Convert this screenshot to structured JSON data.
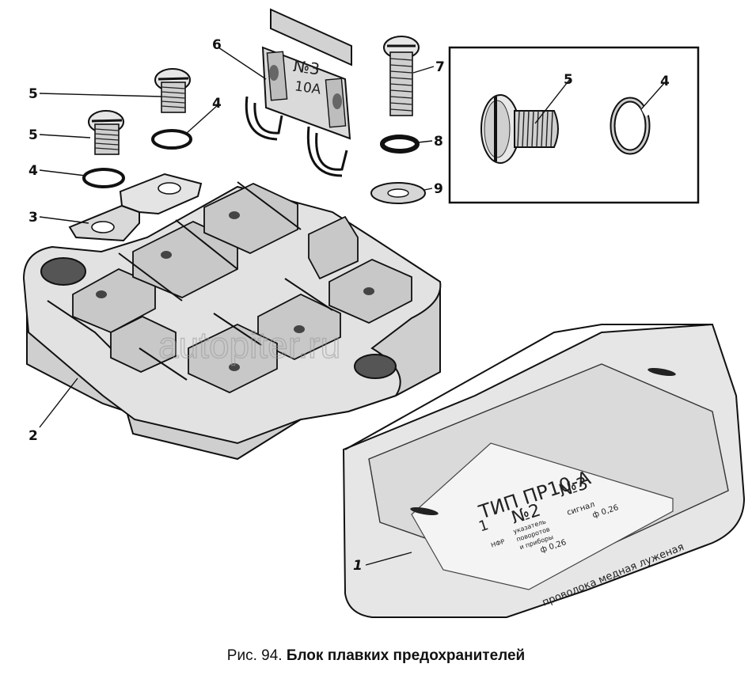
{
  "caption": {
    "prefix": "Рис. 94.",
    "title": "Блок плавких предохранителей"
  },
  "watermark": "autopiter.ru",
  "fuse_label": {
    "line1": "№3",
    "line2": "10A"
  },
  "cover_label": {
    "type": "ТИП ПР10-А",
    "n2": "№2",
    "n3": "№3",
    "n1": "1",
    "signal": "сигнал",
    "phi1": "ф 0,26",
    "phi2": "ф 0,26",
    "ukaz": "указатель",
    "povorotov": "поворотов",
    "pribory": "и приборы",
    "wire": "проволока медная луженая",
    "nfr": "НФР"
  },
  "callouts": [
    "1",
    "2",
    "3",
    "4",
    "4",
    "5",
    "5",
    "5",
    "4",
    "6",
    "7",
    "8",
    "9"
  ]
}
